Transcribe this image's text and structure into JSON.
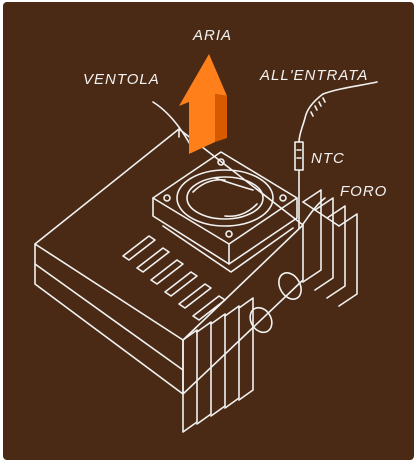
{
  "labels": {
    "aria": "ARIA",
    "ventola": "VENTOLA",
    "all_entrata": "ALL'ENTRATA",
    "ntc": "NTC",
    "foro": "FORO"
  },
  "colors": {
    "background": "#4a2a15",
    "line": "#f2f2f2",
    "arrow": "#ff7f1a",
    "arrow_shade": "#d55a00"
  }
}
